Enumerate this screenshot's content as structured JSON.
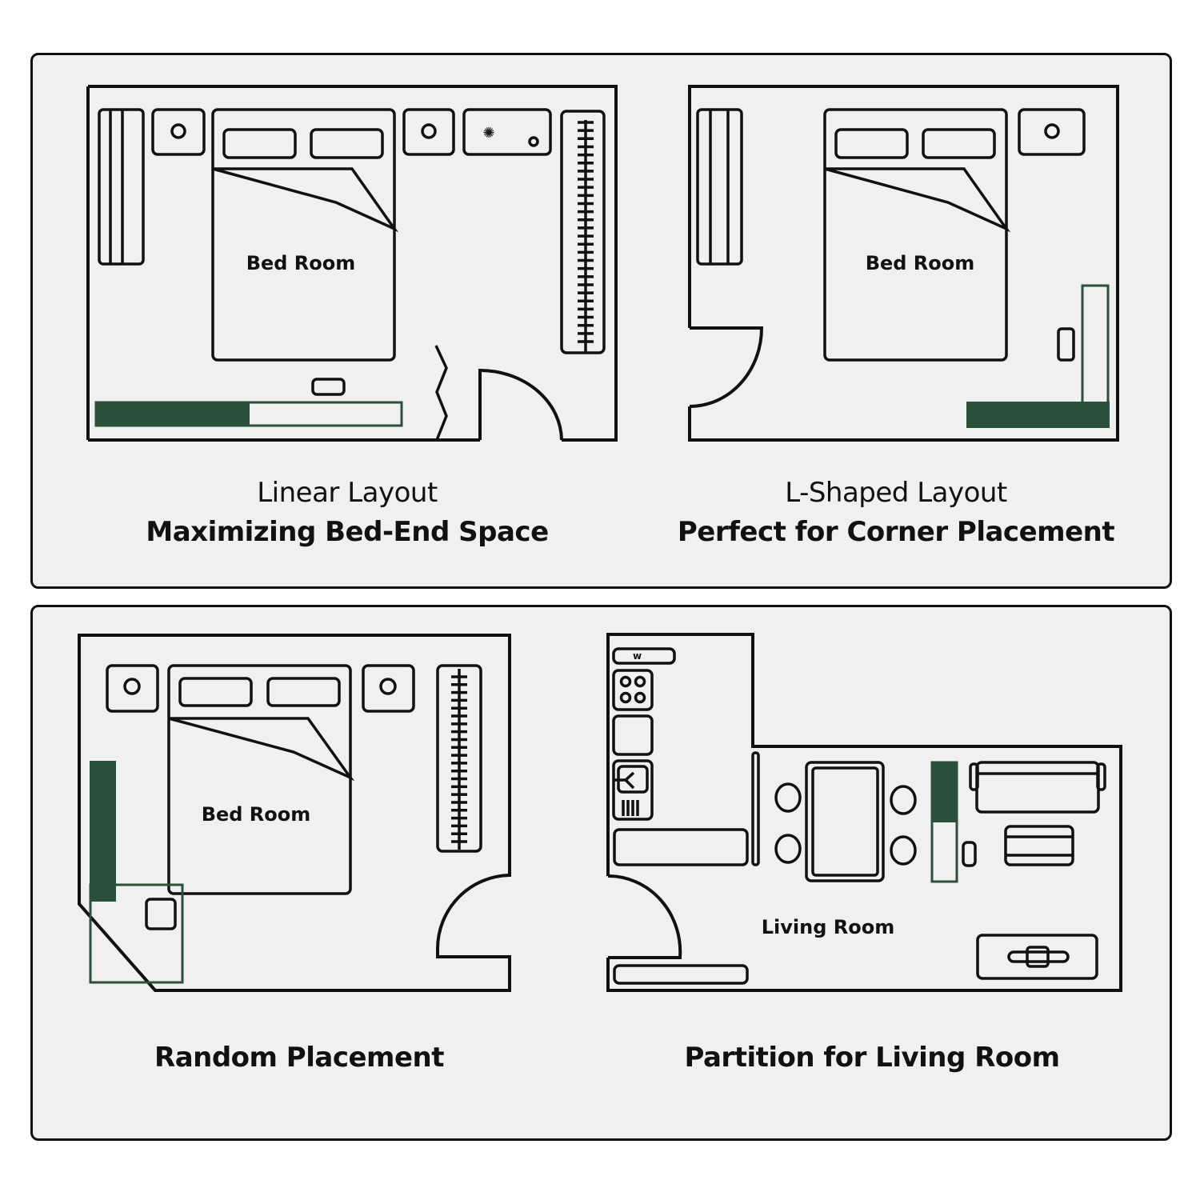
{
  "colors": {
    "accent_green": "#2b503b",
    "panel_bg": "#f0f0f0",
    "line": "#111111"
  },
  "panels": [
    {
      "subtitle": "Linear Layout",
      "title": "Maximizing Bed-End Space",
      "room_label": "Bed Room",
      "layout_type": "linear"
    },
    {
      "subtitle": "L-Shaped Layout",
      "title": "Perfect for Corner Placement",
      "room_label": "Bed Room",
      "layout_type": "l-shaped"
    },
    {
      "subtitle": "",
      "title": "Random Placement",
      "room_label": "Bed Room",
      "layout_type": "random"
    },
    {
      "subtitle": "",
      "title": "Partition for Living Room",
      "room_label": "Living Room",
      "layout_type": "partition",
      "appliance_label": "w"
    }
  ]
}
